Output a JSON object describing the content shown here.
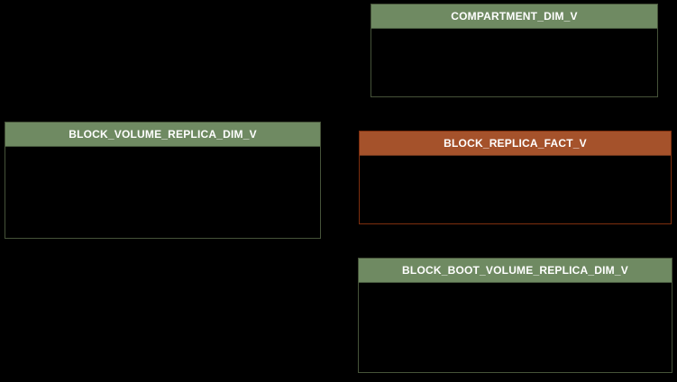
{
  "diagram": {
    "background": "#000000",
    "title_text_color": "#ffffff",
    "entities": [
      {
        "label": "COMPARTMENT_DIM_V",
        "role": "dimension",
        "header_color": "#6f8a62",
        "border_color": "#465339"
      },
      {
        "label": "BLOCK_VOLUME_REPLICA_DIM_V",
        "role": "dimension",
        "header_color": "#6f8a62",
        "border_color": "#465339"
      },
      {
        "label": "BLOCK_REPLICA_FACT_V",
        "role": "fact",
        "header_color": "#a5522b",
        "border_color": "#7e2f0e"
      },
      {
        "label": "BLOCK_BOOT_VOLUME_REPLICA_DIM_V",
        "role": "dimension",
        "header_color": "#6f8a62",
        "border_color": "#465339"
      }
    ]
  }
}
